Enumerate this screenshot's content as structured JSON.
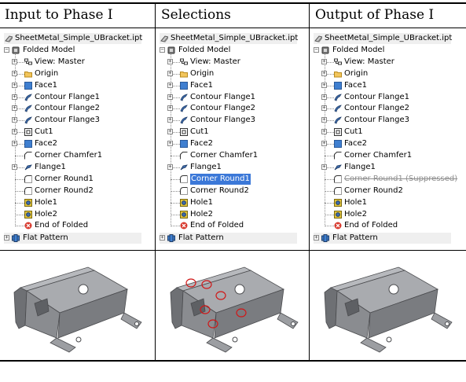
{
  "headers": [
    "Input to Phase I",
    "Selections",
    "Output of Phase I"
  ],
  "tree": {
    "root": "SheetMetal_Simple_UBracket.ipt",
    "folded": "Folded Model",
    "items": [
      {
        "label": "View: Master",
        "icon": "view-icon",
        "expand": "+"
      },
      {
        "label": "Origin",
        "icon": "folder-icon",
        "expand": "+"
      },
      {
        "label": "Face1",
        "icon": "face-icon",
        "expand": "+"
      },
      {
        "label": "Contour Flange1",
        "icon": "contour-flange-icon",
        "expand": "+"
      },
      {
        "label": "Contour Flange2",
        "icon": "contour-flange-icon",
        "expand": "+"
      },
      {
        "label": "Contour Flange3",
        "icon": "contour-flange-icon",
        "expand": "+"
      },
      {
        "label": "Cut1",
        "icon": "cut-icon",
        "expand": "+"
      },
      {
        "label": "Face2",
        "icon": "face-icon",
        "expand": "+"
      },
      {
        "label": "Corner Chamfer1",
        "icon": "corner-chamfer-icon",
        "expand": ""
      },
      {
        "label": "Flange1",
        "icon": "flange-icon",
        "expand": "+"
      },
      {
        "label": "Corner Round1",
        "icon": "corner-round-icon",
        "expand": ""
      },
      {
        "label": "Corner Round2",
        "icon": "corner-round-icon",
        "expand": ""
      },
      {
        "label": "Hole1",
        "icon": "hole-icon",
        "expand": ""
      },
      {
        "label": "Hole2",
        "icon": "hole-icon",
        "expand": ""
      },
      {
        "label": "End of Folded",
        "icon": "end-of-folded-icon",
        "expand": ""
      }
    ],
    "flat": "Flat Pattern",
    "suppressed_label": "Corner Round1 (Suppressed)"
  },
  "colors": {
    "selection": "#3b78d8",
    "face_blue": "#3f7fd0",
    "folder_yellow": "#f2c55c",
    "end_red": "#d83a2e",
    "part_gray": "#9a9ca0",
    "marker_red": "#d01818"
  }
}
